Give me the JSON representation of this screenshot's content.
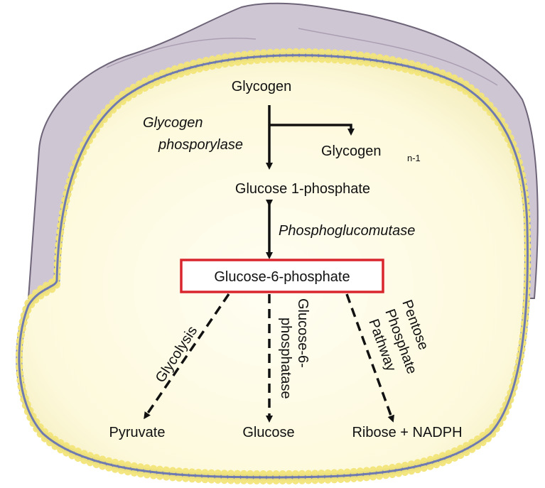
{
  "diagram": {
    "glycogen": "Glycogen",
    "glycogen_n1": "Glycogen",
    "glycogen_n1_sub": "n-1",
    "enzyme_phosphorylase_1": "Glycogen",
    "enzyme_phosphorylase_2": "phosporylase",
    "glucose_1_phosphate": "Glucose 1-phosphate",
    "enzyme_mutase": "Phosphoglucomutase",
    "glucose_6_phosphate": "Glucose-6-phosphate",
    "glycolysis": "Glycolysis",
    "g6pase_1": "Glucose-6-",
    "g6pase_2": "phosphatase",
    "ppp_1": "Pentose",
    "ppp_2": "Phosphate",
    "ppp_3": "Pathway",
    "pyruvate": "Pyruvate",
    "glucose": "Glucose",
    "ribose_nadph": "Ribose + NADPH"
  },
  "colors": {
    "cell_top": "#cbc2d0",
    "cytoplasm": "#fdfbe7",
    "membrane_bead": "#f2e57a",
    "membrane_core": "#7b86b8",
    "highlight_box": "#d9262e"
  }
}
